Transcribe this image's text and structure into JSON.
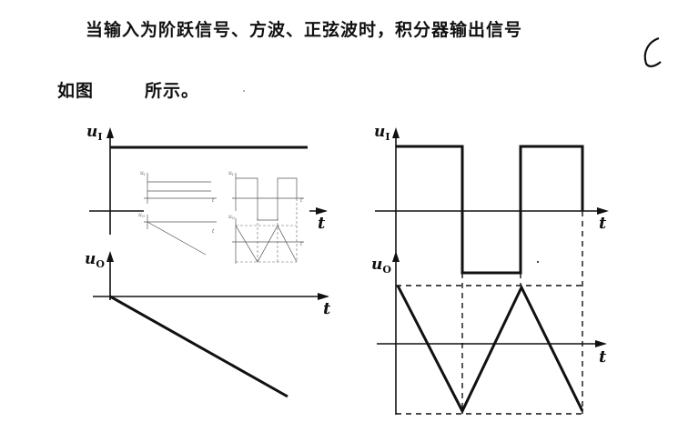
{
  "text": {
    "line1": "当输入为阶跃信号、方波、正弦波时，积分器输出信号",
    "line2_part1": "如图",
    "line2_part2": "所示。"
  },
  "diagram": {
    "input_symbol": "u",
    "input_subscript": "I",
    "output_symbol": "u",
    "output_subscript": "O",
    "time_label": "t"
  },
  "inset": {
    "input_symbol": "u",
    "input_subscript": "I",
    "output_symbol": "u",
    "output_subscript": "O",
    "time_label": "t"
  }
}
